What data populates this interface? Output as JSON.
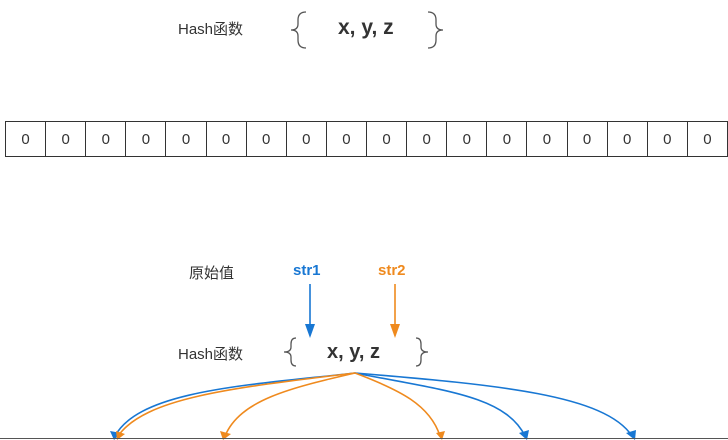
{
  "top": {
    "hash_label": "Hash函数",
    "functions": "x, y, z"
  },
  "bit_array": [
    "0",
    "0",
    "0",
    "0",
    "0",
    "0",
    "0",
    "0",
    "0",
    "0",
    "0",
    "0",
    "0",
    "0",
    "0",
    "0",
    "0",
    "0"
  ],
  "bottom": {
    "original_label": "原始值",
    "str1": "str1",
    "str2": "str2",
    "hash_label": "Hash函数",
    "functions": "x, y, z"
  },
  "colors": {
    "str1": "#1877d3",
    "str2": "#ef8a1e",
    "ink": "#333333"
  }
}
